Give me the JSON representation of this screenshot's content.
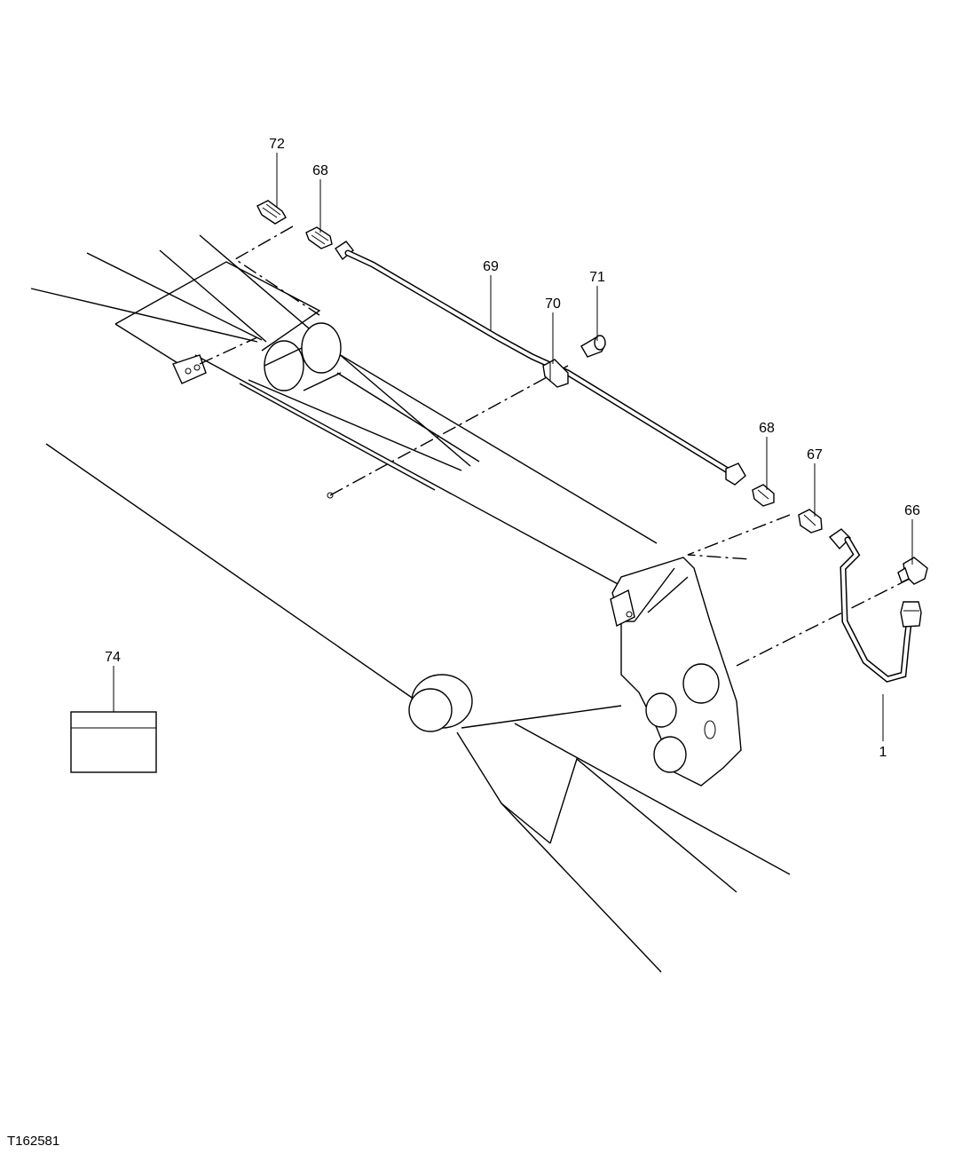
{
  "figure_id": "T162581",
  "callouts": {
    "c72": "72",
    "c68a": "68",
    "c69": "69",
    "c71": "71",
    "c70": "70",
    "c68b": "68",
    "c67": "67",
    "c66": "66",
    "c74": "74",
    "c1": "1"
  }
}
